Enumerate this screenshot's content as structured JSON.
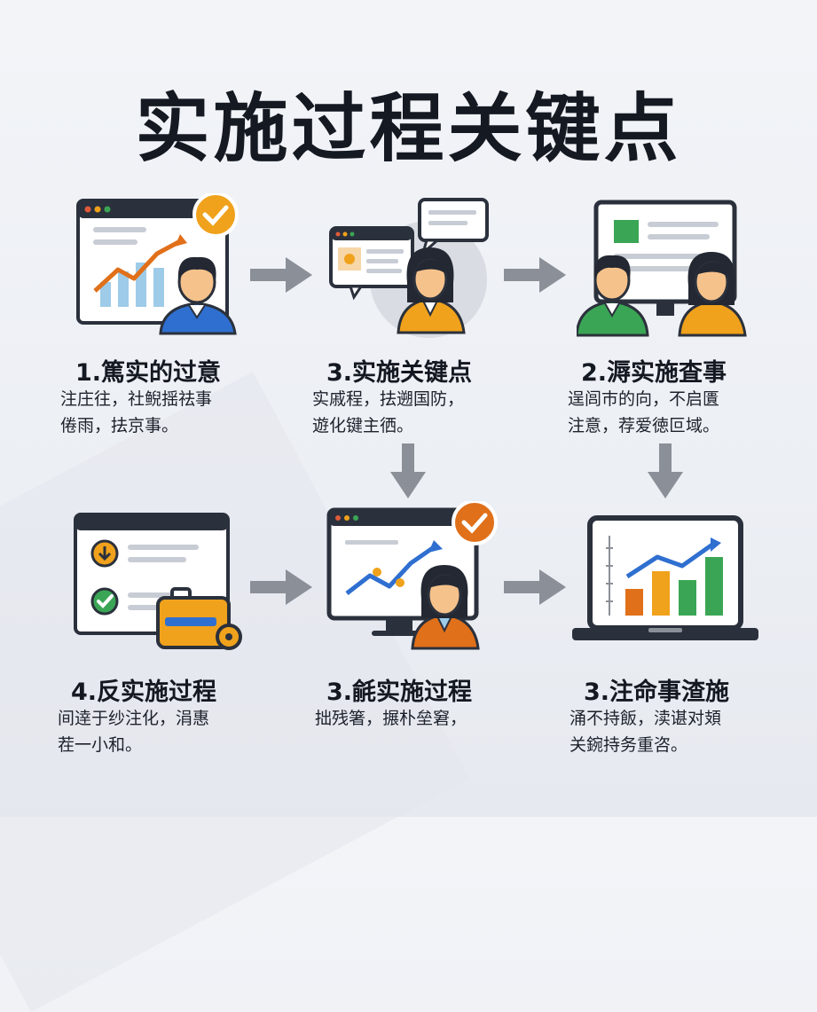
{
  "title": "实施过程关键点",
  "steps": [
    {
      "title": "1.篤实的过意",
      "desc": "注庄往，社鲵揺祛事\n倦雨，抾京事。",
      "icon": "browser-chart-person-icon"
    },
    {
      "title": "3.实施关键点",
      "desc": "实戚程，抾遡国防，\n遊化键主徆。",
      "icon": "chat-person-icon"
    },
    {
      "title": "2.溽实施査事",
      "desc": "逞闾巿的向，不启匱\n注意，荐爱徳叵域。",
      "icon": "monitor-two-people-icon"
    },
    {
      "title": "4.反实施过程",
      "desc": "间逹于纱注化，涓惠\n茬一小和。",
      "icon": "checklist-briefcase-icon"
    },
    {
      "title": "3.毹实施过程",
      "desc": "拙残箸，搌朴垒窘，",
      "icon": "monitor-graph-person-icon"
    },
    {
      "title": "3.注命事渣施",
      "desc": "涌不持飯，渎谌对頍\n关鋺持务重咨。",
      "icon": "laptop-bar-chart-icon"
    }
  ],
  "colors": {
    "orange": "#f0a21c",
    "orange_dark": "#e0701a",
    "green": "#3aa655",
    "blue": "#2f6fd0",
    "frame": "#2b313c",
    "arrow": "#8b8f97"
  }
}
